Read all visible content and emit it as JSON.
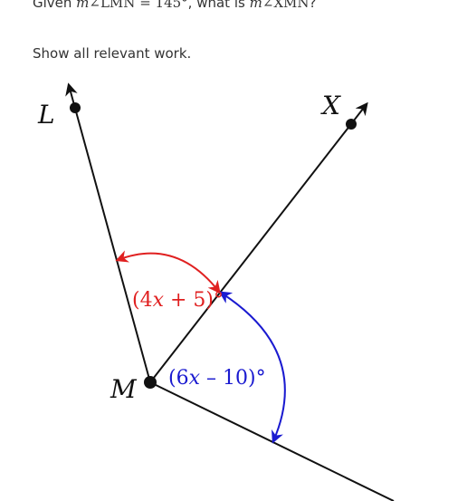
{
  "question": {
    "prefix": "Given ",
    "m1": "m",
    "angle1": "∠LMN",
    "eq": " = ",
    "value": "145°",
    "mid": ", what is ",
    "m2": "m",
    "angle2": "∠XMN",
    "suffix": "?"
  },
  "instruction": "Show all relevant work.",
  "points": {
    "L": "L",
    "X": "X",
    "M": "M"
  },
  "angles": {
    "lmx": {
      "open": "(4",
      "var": "x",
      "close": " + 5)°",
      "color": "#e02020"
    },
    "xmn": {
      "open": "(6",
      "var": "x",
      "close": " – 10)°",
      "color": "#1a1ad0"
    }
  },
  "colors": {
    "ray": "#111111"
  }
}
